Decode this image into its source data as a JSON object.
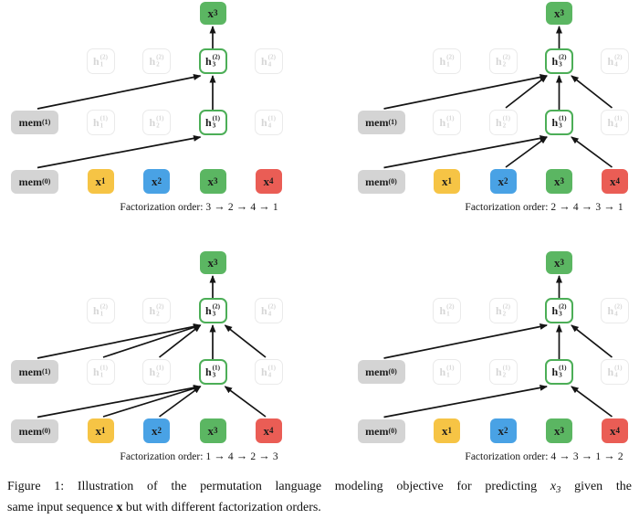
{
  "figure_caption": {
    "line1": [
      {
        "t": "Figure 1: Illustration of the permutation language modeling objective for predicting ",
        "s": "n"
      },
      {
        "t": "x",
        "s": "i"
      },
      {
        "t": "3",
        "s": "sub"
      },
      {
        "t": " given the",
        "s": "n"
      }
    ],
    "line2": [
      {
        "t": "same input sequence ",
        "s": "n"
      },
      {
        "t": "x",
        "s": "b"
      },
      {
        "t": " but with different factorization orders.",
        "s": "n"
      }
    ]
  },
  "caption_prefix": "Factorization order:",
  "arrow_glyph": "→",
  "grid": {
    "mem_base": "mem",
    "hidden_base": "h",
    "layer_sups": [
      "(1)",
      "(2)"
    ],
    "hidden_subs": [
      "1",
      "2",
      "3",
      "4"
    ],
    "tokens": [
      {
        "base": "x",
        "sub": "1"
      },
      {
        "base": "x",
        "sub": "2"
      },
      {
        "base": "x",
        "sub": "3"
      },
      {
        "base": "x",
        "sub": "4"
      }
    ],
    "output": {
      "base": "x",
      "sub": "3"
    }
  },
  "colors": {
    "token_colors": [
      "#f6c445",
      "#49a2e5",
      "#5bb662",
      "#ea5d55"
    ],
    "output_color": "#5bb662",
    "mem_bg": "#d4d4d4",
    "active_border": "#4cae57",
    "faded_border": "#eaeaea",
    "faded_text": "#d6d6d6",
    "arrow": "#141414",
    "text_dark": "#1c1c1c"
  },
  "panels": [
    {
      "id": "top-left",
      "order": [
        "3",
        "2",
        "4",
        "1"
      ],
      "mem_sups": {
        "input": "(0)",
        "layer1": "(1)"
      },
      "edges": [
        [
          "mem0",
          "h3_1"
        ],
        [
          "mem1",
          "h3_2"
        ],
        [
          "h3_1",
          "h3_2"
        ],
        [
          "h3_2",
          "out"
        ]
      ]
    },
    {
      "id": "top-right",
      "order": [
        "2",
        "4",
        "3",
        "1"
      ],
      "mem_sups": {
        "input": "(0)",
        "layer1": "(1)"
      },
      "edges": [
        [
          "mem0",
          "h3_1"
        ],
        [
          "x2",
          "h3_1"
        ],
        [
          "x4",
          "h3_1"
        ],
        [
          "mem1",
          "h3_2"
        ],
        [
          "h2_1",
          "h3_2"
        ],
        [
          "h3_1",
          "h3_2"
        ],
        [
          "h4_1",
          "h3_2"
        ],
        [
          "h3_2",
          "out"
        ]
      ]
    },
    {
      "id": "bottom-left",
      "order": [
        "1",
        "4",
        "2",
        "3"
      ],
      "mem_sups": {
        "input": "(0)",
        "layer1": "(1)"
      },
      "edges": [
        [
          "mem0",
          "h3_1"
        ],
        [
          "x1",
          "h3_1"
        ],
        [
          "x2",
          "h3_1"
        ],
        [
          "x4",
          "h3_1"
        ],
        [
          "mem1",
          "h3_2"
        ],
        [
          "h1_1",
          "h3_2"
        ],
        [
          "h2_1",
          "h3_2"
        ],
        [
          "h3_1",
          "h3_2"
        ],
        [
          "h4_1",
          "h3_2"
        ],
        [
          "h3_2",
          "out"
        ]
      ]
    },
    {
      "id": "bottom-right",
      "order": [
        "4",
        "3",
        "1",
        "2"
      ],
      "mem_sups": {
        "input": "(0)",
        "layer1": "(0)"
      },
      "edges": [
        [
          "mem0",
          "h3_1"
        ],
        [
          "x4",
          "h3_1"
        ],
        [
          "mem1",
          "h3_2"
        ],
        [
          "h3_1",
          "h3_2"
        ],
        [
          "h4_1",
          "h3_2"
        ],
        [
          "h3_2",
          "out"
        ]
      ]
    }
  ]
}
